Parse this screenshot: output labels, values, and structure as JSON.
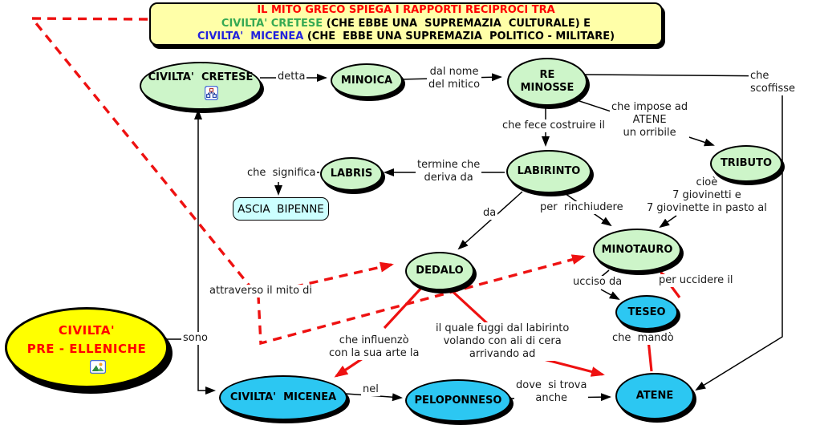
{
  "title_box": {
    "line1": "IL  MITO  GRECO  SPIEGA  I  RAPPORTI  RECIPROCI  TRA",
    "line2_highlight": "CIVILTA' CRETESE",
    "line2_rest": " (CHE EBBE UNA  SUPREMAZIA  CULTURALE) E",
    "line3_highlight": "CIVILTA'  MICENEA",
    "line3_rest": " (CHE  EBBE UNA SUPREMAZIA  POLITICO - MILITARE)"
  },
  "nodes": {
    "cretese": {
      "label": "CIVILTA'  CRETESE"
    },
    "minoica": {
      "label": "MINOICA"
    },
    "re_minosse": {
      "label": "RE\nMINOSSE"
    },
    "labris": {
      "label": "LABRIS"
    },
    "labirinto": {
      "label": "LABIRINTO"
    },
    "tributo": {
      "label": "TRIBUTO"
    },
    "minotauro": {
      "label": "MINOTAURO"
    },
    "dedalo": {
      "label": "DEDALO"
    },
    "teseo": {
      "label": "TESEO"
    },
    "atene": {
      "label": "ATENE"
    },
    "micenea": {
      "label": "CIVILTA'  MICENEA"
    },
    "peloponneso": {
      "label": "PELOPONNESO"
    },
    "pre_elleniche": {
      "label": "CIVILTA'\nPRE - ELLENICHE"
    },
    "ascia_bipenne": {
      "label": "ASCIA  BIPENNE"
    }
  },
  "edge_labels": {
    "detta": "detta",
    "dal_nome": "dal nome\ndel mitico",
    "che_scoffisse": "che scoffisse",
    "che_impose": "che impose ad\nATENE\nun orribile",
    "che_fece": "che fece costruire il",
    "termine_che": "termine che\nderiva da",
    "che_significa": "che  significa",
    "da": "da",
    "per_rinchiudere": "per  rinchiudere",
    "cioe": "cioè\n7 giovinetti e\n7 giovinette in pasto al",
    "ucciso_da": "ucciso da",
    "per_uccidere": "per uccidere il",
    "attraverso": "attraverso il mito di",
    "che_influenzo": "che influenzò\ncon la sua arte la",
    "il_quale": "il quale fuggi dal labirinto\nvolando con ali di cera\narrivando ad",
    "che_mando": "che  mandò",
    "sono": "sono",
    "nel": "nel",
    "dove_si_trova": "dove  si trova\nanche"
  },
  "colors": {
    "node_green": "#CDF5C9",
    "node_cyan": "#2CC7F2",
    "node_yellow": "#FFFF00",
    "ascia_bg": "#CCFFFF",
    "title_bg": "#FFFFA8",
    "title_line1": "#FF0000",
    "title_cretese": "#35A953",
    "title_micenea": "#2222DD",
    "red_accent": "#EE1111",
    "pre_elleniche_text": "#FF0000"
  }
}
